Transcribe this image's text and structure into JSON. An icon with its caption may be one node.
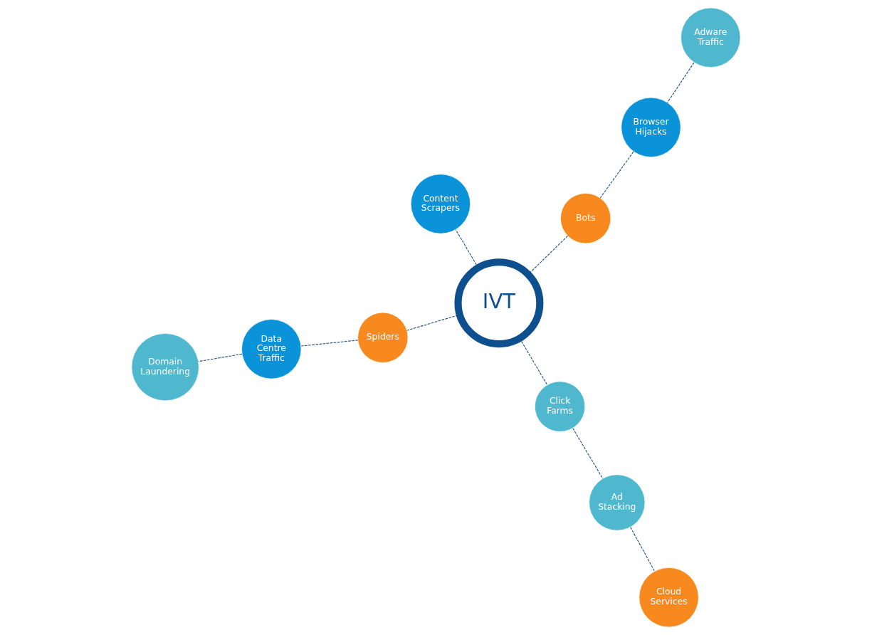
{
  "diagram": {
    "nodes": [
      {
        "text": [
          "Browser Hijacks"
        ]
      },
      {
        "text": [
          "Adware Traffic"
        ]
      },
      {
        "text": [
          "Bots"
        ]
      },
      {
        "text": [
          "Spiders"
        ]
      },
      {
        "text": [
          "IVT"
        ]
      },
      {
        "text": [
          "Content Scrapers"
        ]
      },
      {
        "text": [
          "Data Centre Traffic"
        ]
      },
      {
        "text": [
          "Click Farms"
        ]
      },
      {
        "text": [
          "Domain Laundering"
        ]
      },
      {
        "text": [
          "Ad Stacking"
        ]
      },
      {
        "text": [
          "Cloud Services"
        ]
      }
    ],
    "edges": [
      {
        "from": 1,
        "to": 0,
        "arrow": "none",
        "style": "dashed"
      },
      {
        "from": 0,
        "to": 2,
        "arrow": "none",
        "style": "dashed"
      },
      {
        "from": 2,
        "to": 4,
        "arrow": "none",
        "style": "dashed"
      },
      {
        "from": 3,
        "to": 4,
        "arrow": "none",
        "style": "dashed"
      },
      {
        "from": 3,
        "to": 6,
        "arrow": "none",
        "style": "dashed"
      },
      {
        "from": 6,
        "to": 8,
        "arrow": "none",
        "style": "dashed"
      },
      {
        "from": 4,
        "to": 7,
        "arrow": "none",
        "style": "dashed"
      },
      {
        "from": 4,
        "to": 5,
        "arrow": "none",
        "style": "dashed"
      },
      {
        "from": 7,
        "to": 9,
        "arrow": "none",
        "style": "dashed"
      },
      {
        "from": 9,
        "to": 10,
        "arrow": "none",
        "style": "dashed"
      }
    ]
  }
}
